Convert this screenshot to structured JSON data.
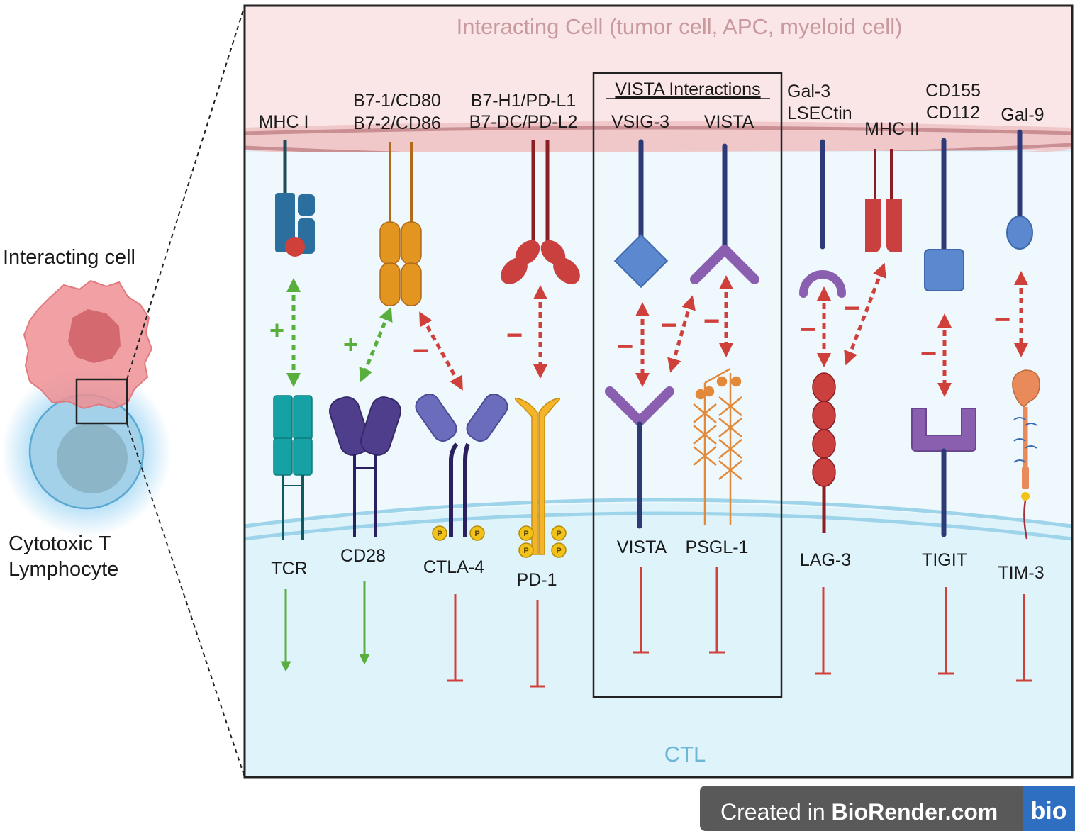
{
  "left_panel": {
    "interacting_cell_label": "Interacting cell",
    "ctl_label_line1": "Cytotoxic T",
    "ctl_label_line2": "Lymphocyte"
  },
  "panel": {
    "top_banner": "Interacting Cell (tumor cell, APC, myeloid cell)",
    "bottom_label": "CTL"
  },
  "ligands": {
    "mhc1": "MHC I",
    "b7_line1": "B7-1/CD80",
    "b7_line2": "B7-2/CD86",
    "pdl_line1": "B7-H1/PD-L1",
    "pdl_line2": "B7-DC/PD-L2",
    "vsig3": "VSIG-3",
    "vista_top": "VISTA",
    "gal3_line1": "Gal-3",
    "gal3_line2": "LSECtin",
    "mhc2": "MHC II",
    "cd155_line1": "CD155",
    "cd155_line2": "CD112",
    "gal9": "Gal-9"
  },
  "vista_box_title": "VISTA Interactions",
  "receptors": {
    "tcr": "TCR",
    "cd28": "CD28",
    "ctla4": "CTLA-4",
    "pd1": "PD-1",
    "vista": "VISTA",
    "psgl1": "PSGL-1",
    "lag3": "LAG-3",
    "tigit": "TIGIT",
    "tim3": "TIM-3"
  },
  "signs": {
    "plus": "+",
    "minus": "−"
  },
  "phospho": "P",
  "footer": {
    "created_in": "Created in ",
    "brand": "BioRender.com",
    "logo": "bio"
  },
  "colors": {
    "stimulatory": "#5aae3d",
    "inhibitory": "#d0403b",
    "interacting_cell_membrane": "#d9a0a4",
    "ctl_membrane": "#8ecfe6",
    "ctl_fill": "#dff3fb",
    "top_fill": "#fbe6e7"
  }
}
